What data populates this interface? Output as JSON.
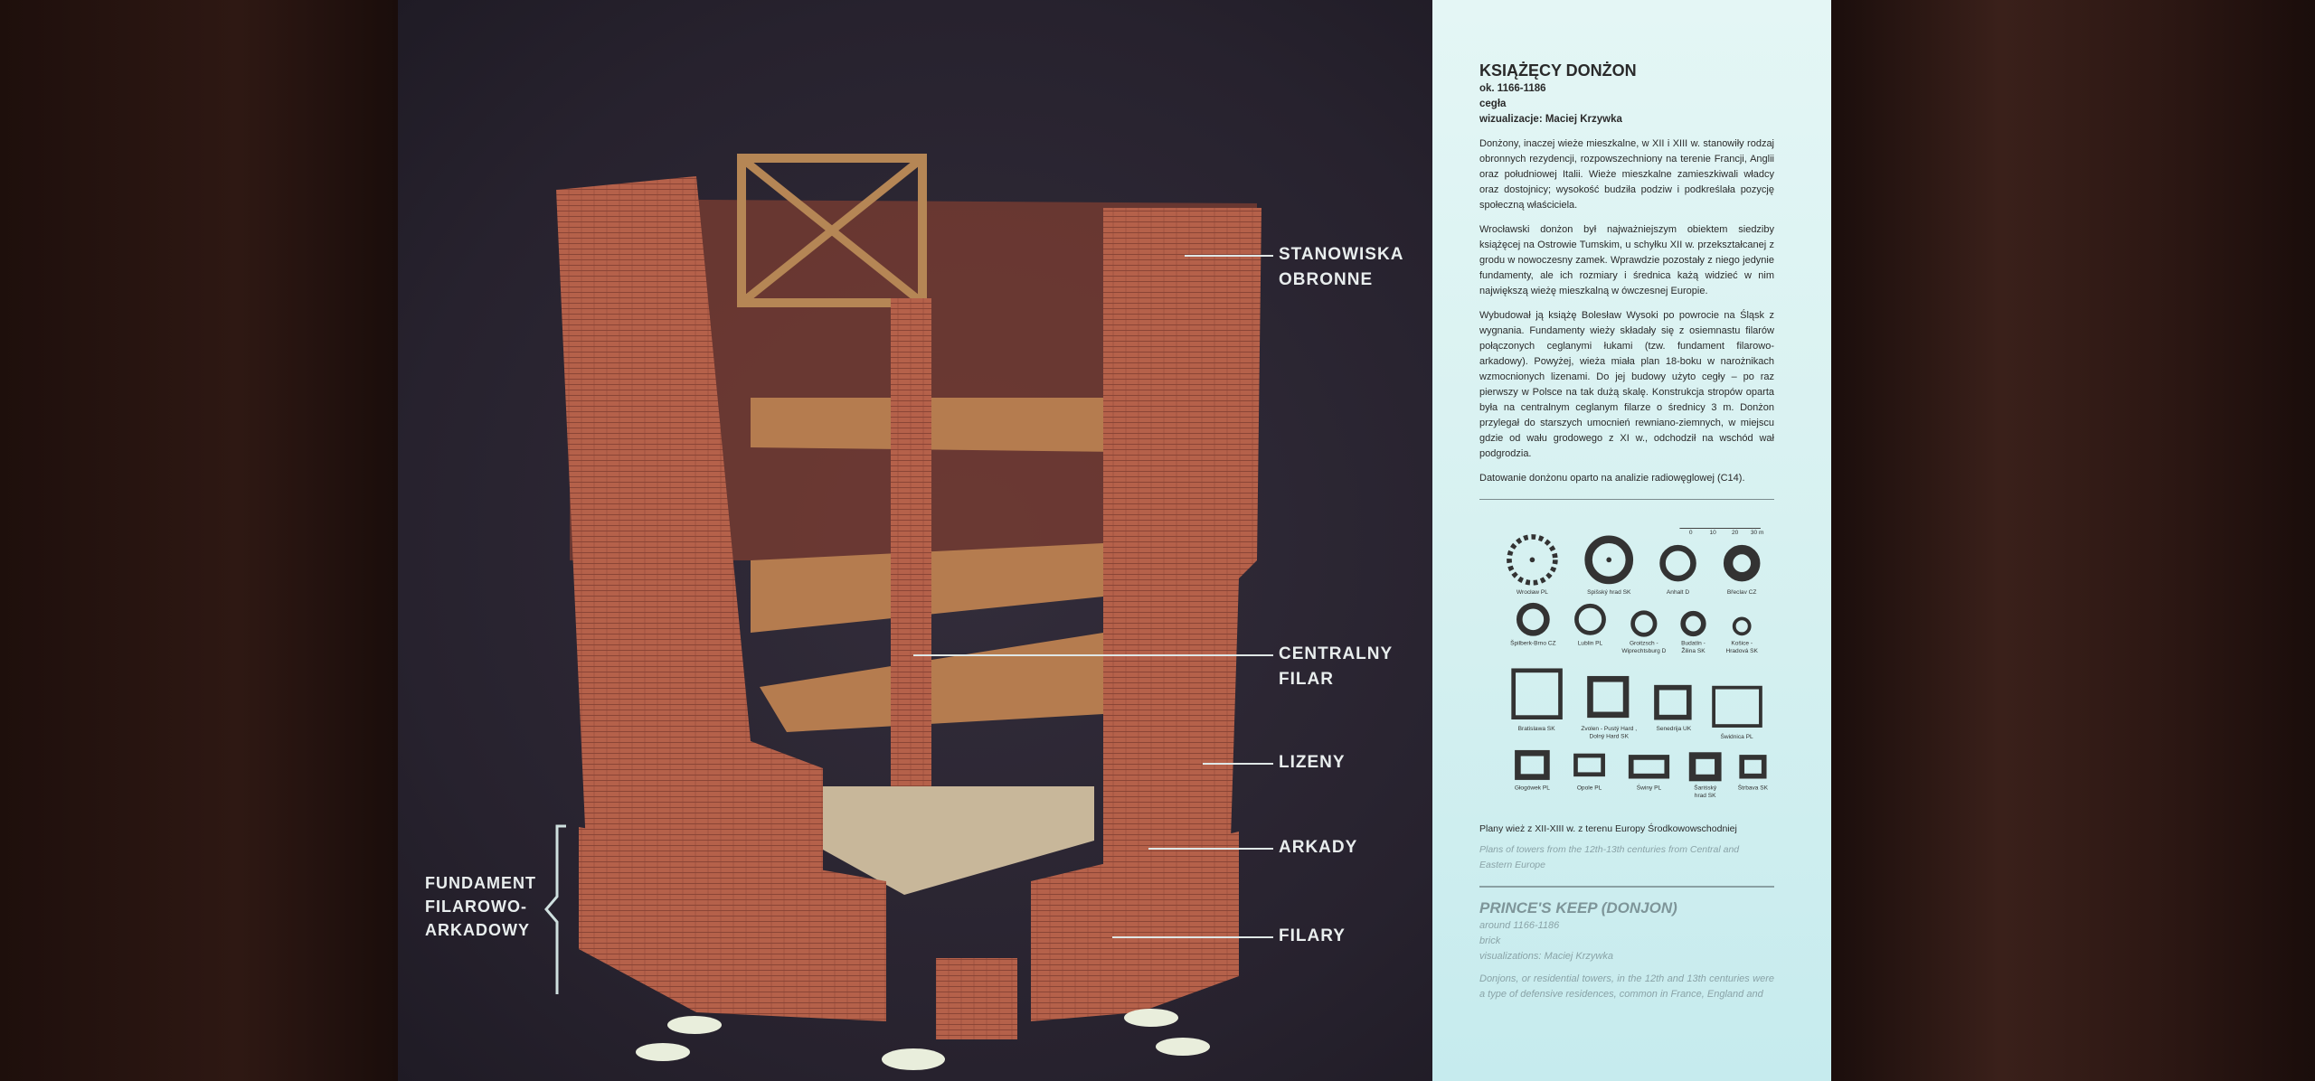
{
  "illustration": {
    "labels": {
      "defensive": [
        "STANOWISKA",
        "OBRONNE"
      ],
      "pillar": [
        "CENTRALNY",
        "FILAR"
      ],
      "lesenes": "LIZENY",
      "arcades": "ARKADY",
      "piers": "FILARY",
      "foundation": [
        "FUNDAMENT",
        "FILAROWO-",
        "ARKADOWY"
      ]
    }
  },
  "panel": {
    "title": "KSIĄŻĘCY DONŻON",
    "date": "ok. 1166-1186",
    "material": "cegła",
    "credit": "wizualizacje: Maciej Krzywka",
    "paragraphs": [
      "Donżony, inaczej wieże mieszkalne, w XII i XIII w. stanowiły rodzaj obronnych rezydencji, rozpowszechniony na terenie Francji, Anglii oraz południowej Italii. Wieże mieszkalne zamieszkiwali władcy oraz dostojnicy; wysokość budziła podziw i podkreślała pozycję społeczną właściciela.",
      "Wrocławski donżon był najważniejszym obiektem siedziby książęcej na Ostrowie Tumskim, u schyłku XII w. przekształcanej z grodu w nowoczesny zamek. Wprawdzie pozostały z niego jedynie fundamenty, ale ich rozmiary i średnica każą widzieć w nim największą wieżę mieszkalną w ówczesnej Europie.",
      "Wybudował ją książę Bolesław Wysoki po powrocie na Śląsk z wygnania. Fundamenty wieży składały się z osiemnastu filarów połączonych ceglanymi łukami (tzw. fundament filarowo-arkadowy). Powyżej, wieża miała plan 18-boku w narożnikach wzmocnionych lizenami. Do jej budowy użyto cegły – po raz pierwszy w Polsce na tak dużą skalę. Konstrukcja stropów oparta była na centralnym ceglanym filarze o średnicy 3 m. Donżon przylegał do starszych umocnień rewniano-ziemnych, w miejscu gdzie od wału grodowego z XI w., odchodził na wschód wał podgrodzia.",
      "Datowanie donżonu oparto na analizie radiowęglowej (C14)."
    ],
    "scale": [
      "0",
      "10",
      "20",
      "30 m"
    ],
    "round_plans": [
      "Wrocław PL",
      "Spišský hrad SK",
      "Anhalt D",
      "Břeclav CZ",
      "Špilberk-Brno CZ",
      "Lublin PL",
      "Groitzsch - Wiprechtsburg D",
      "Budatín - Žilina SK",
      "Košice - Hradová SK"
    ],
    "square_plans": [
      "Bratislawa SK",
      "Zvolen - Pustý Hard, Dolný Hard SK",
      "Senedrija UK",
      "Świdnica PL",
      "Głogówek PL",
      "Opole PL",
      "Świny PL",
      "Šariśský hrad SK",
      "Štrbava SK"
    ],
    "plans_caption": "Plany wież z XII-XIII w. z terenu Europy Środkowowschodniej",
    "plans_caption_en": "Plans of towers from the 12th-13th centuries from Central and Eastern Europe",
    "title_en": "PRINCE'S KEEP (DONJON)",
    "date_en": "around 1166-1186",
    "material_en": "brick",
    "credit_en": "visualizations: Maciej Krzywka",
    "paragraph_en": "Donjons, or residential towers, in the 12th and 13th centuries were a type of defensive residences, common in France, England and"
  },
  "colors": {
    "brick": "#b8634a",
    "poster": "#2b2633",
    "panel": "#d8f0f0"
  }
}
